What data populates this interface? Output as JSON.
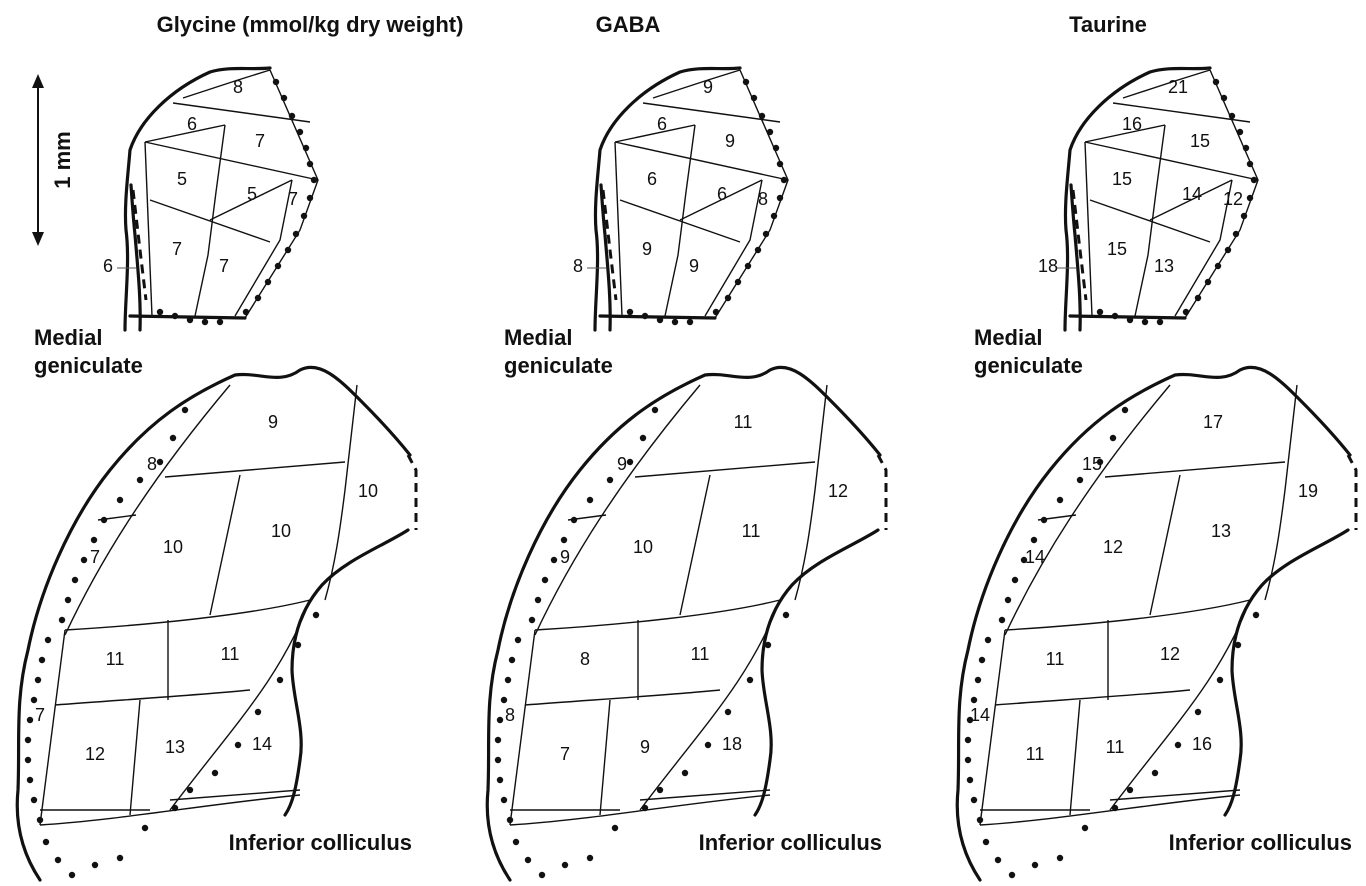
{
  "scale_bar": {
    "label": "1 mm"
  },
  "region_labels": {
    "medial_line1": "Medial",
    "medial_line2": "geniculate",
    "inferior": "Inferior colliculus"
  },
  "panels": [
    {
      "title": "Glycine (mmol/kg dry weight)",
      "mg": [
        "8",
        "6",
        "7",
        "5",
        "5",
        "7",
        "7",
        "7",
        "6"
      ],
      "ic": [
        "9",
        "8",
        "10",
        "10",
        "7",
        "10",
        "11",
        "11",
        "7",
        "12",
        "13",
        "14"
      ]
    },
    {
      "title": "GABA",
      "mg": [
        "9",
        "6",
        "9",
        "6",
        "6",
        "8",
        "9",
        "9",
        "8"
      ],
      "ic": [
        "11",
        "9",
        "12",
        "10",
        "9",
        "11",
        "8",
        "11",
        "8",
        "7",
        "9",
        "18"
      ]
    },
    {
      "title": "Taurine",
      "mg": [
        "21",
        "16",
        "15",
        "15",
        "14",
        "12",
        "15",
        "13",
        "18"
      ],
      "ic": [
        "17",
        "15",
        "19",
        "12",
        "14",
        "13",
        "11",
        "12",
        "14",
        "11",
        "11",
        "16"
      ]
    }
  ]
}
